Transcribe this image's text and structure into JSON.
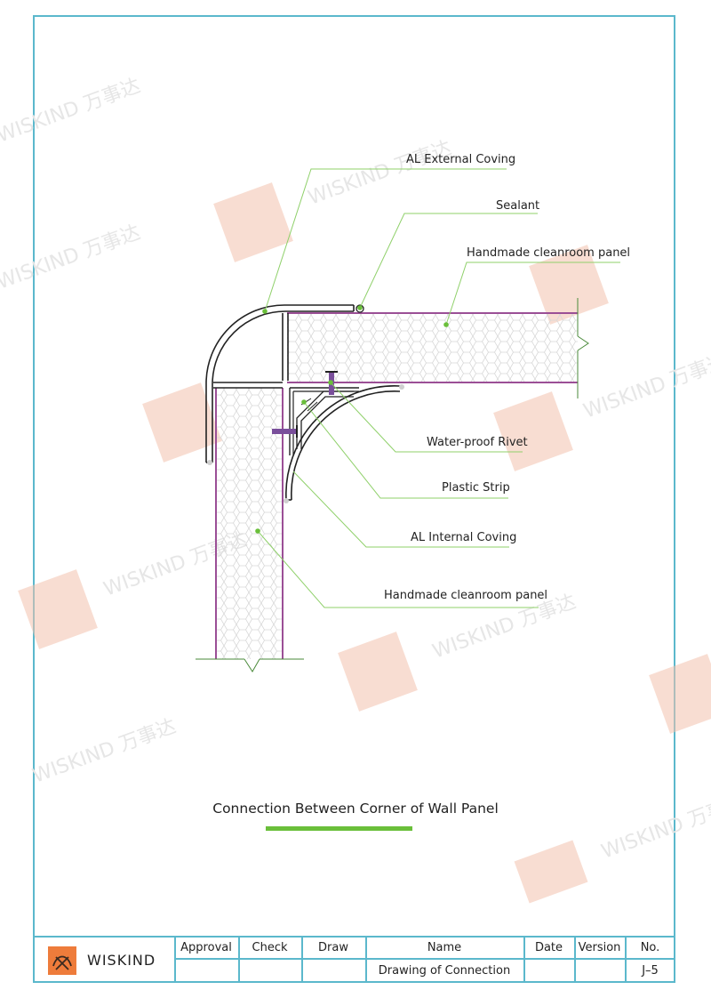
{
  "drawing": {
    "callouts": [
      {
        "id": "al-external-coving",
        "text": "AL External Coving"
      },
      {
        "id": "sealant",
        "text": "Sealant"
      },
      {
        "id": "handmade-panel-top",
        "text": "Handmade cleanroom panel"
      },
      {
        "id": "water-proof-rivet",
        "text": "Water-proof Rivet"
      },
      {
        "id": "plastic-strip",
        "text": "Plastic Strip"
      },
      {
        "id": "al-internal-coving",
        "text": "AL Internal Coving"
      },
      {
        "id": "handmade-panel-bottom",
        "text": "Handmade cleanroom panel"
      }
    ],
    "caption": "Connection Between Corner of Wall Panel"
  },
  "watermark": {
    "text": "WISKIND 万事达"
  },
  "title_block": {
    "brand": "WISKIND",
    "headers": {
      "approval": "Approval",
      "check": "Check",
      "draw": "Draw",
      "name": "Name",
      "date": "Date",
      "version": "Version",
      "no": "No."
    },
    "values": {
      "name": "Drawing of Connection",
      "no": "J–5"
    }
  },
  "colors": {
    "frame": "#5bb8cc",
    "panel_edge": "#9b4f96",
    "leader": "#8fd06a",
    "accent": "#6abf3a",
    "logo": "#ee7c3b",
    "watermark": "#f3b8a0"
  }
}
